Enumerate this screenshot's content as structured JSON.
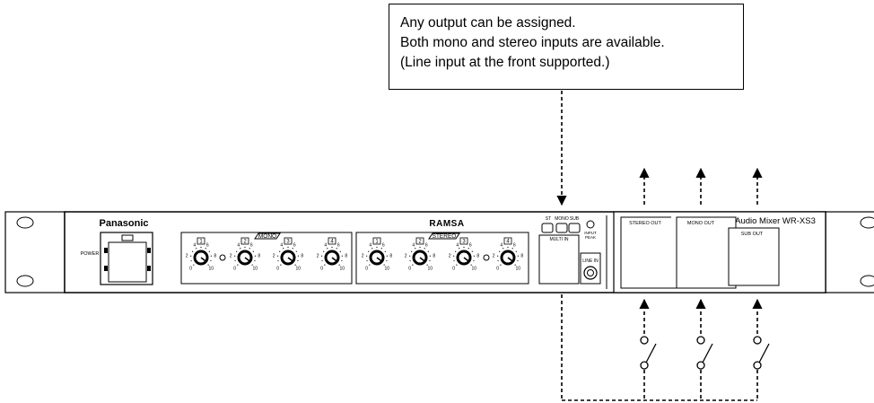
{
  "callout": {
    "lines": [
      "Any output can be assigned.",
      "Both mono and stereo inputs are available.",
      "(Line input at the front supported.)"
    ]
  },
  "panel": {
    "brand": "Panasonic",
    "logo": "RAMSA",
    "model": "Audio Mixer WR-XS3",
    "power_label": "POWER",
    "mono_label": "MONO",
    "stereo_label": "STEREO",
    "channel_numbers": [
      "1",
      "2",
      "3",
      "4"
    ],
    "assign_labels": [
      "ST",
      "MONO",
      "SUB"
    ],
    "input_peak": [
      "INPUT",
      "PEAK"
    ],
    "multi_in": "MULTI IN",
    "line_in": "LINE IN",
    "stereo_out": "STEREO OUT",
    "mono_out": "MONO OUT",
    "sub_out": "SUB OUT",
    "scale": [
      "0",
      "2",
      "4",
      "6",
      "8",
      "10"
    ]
  }
}
